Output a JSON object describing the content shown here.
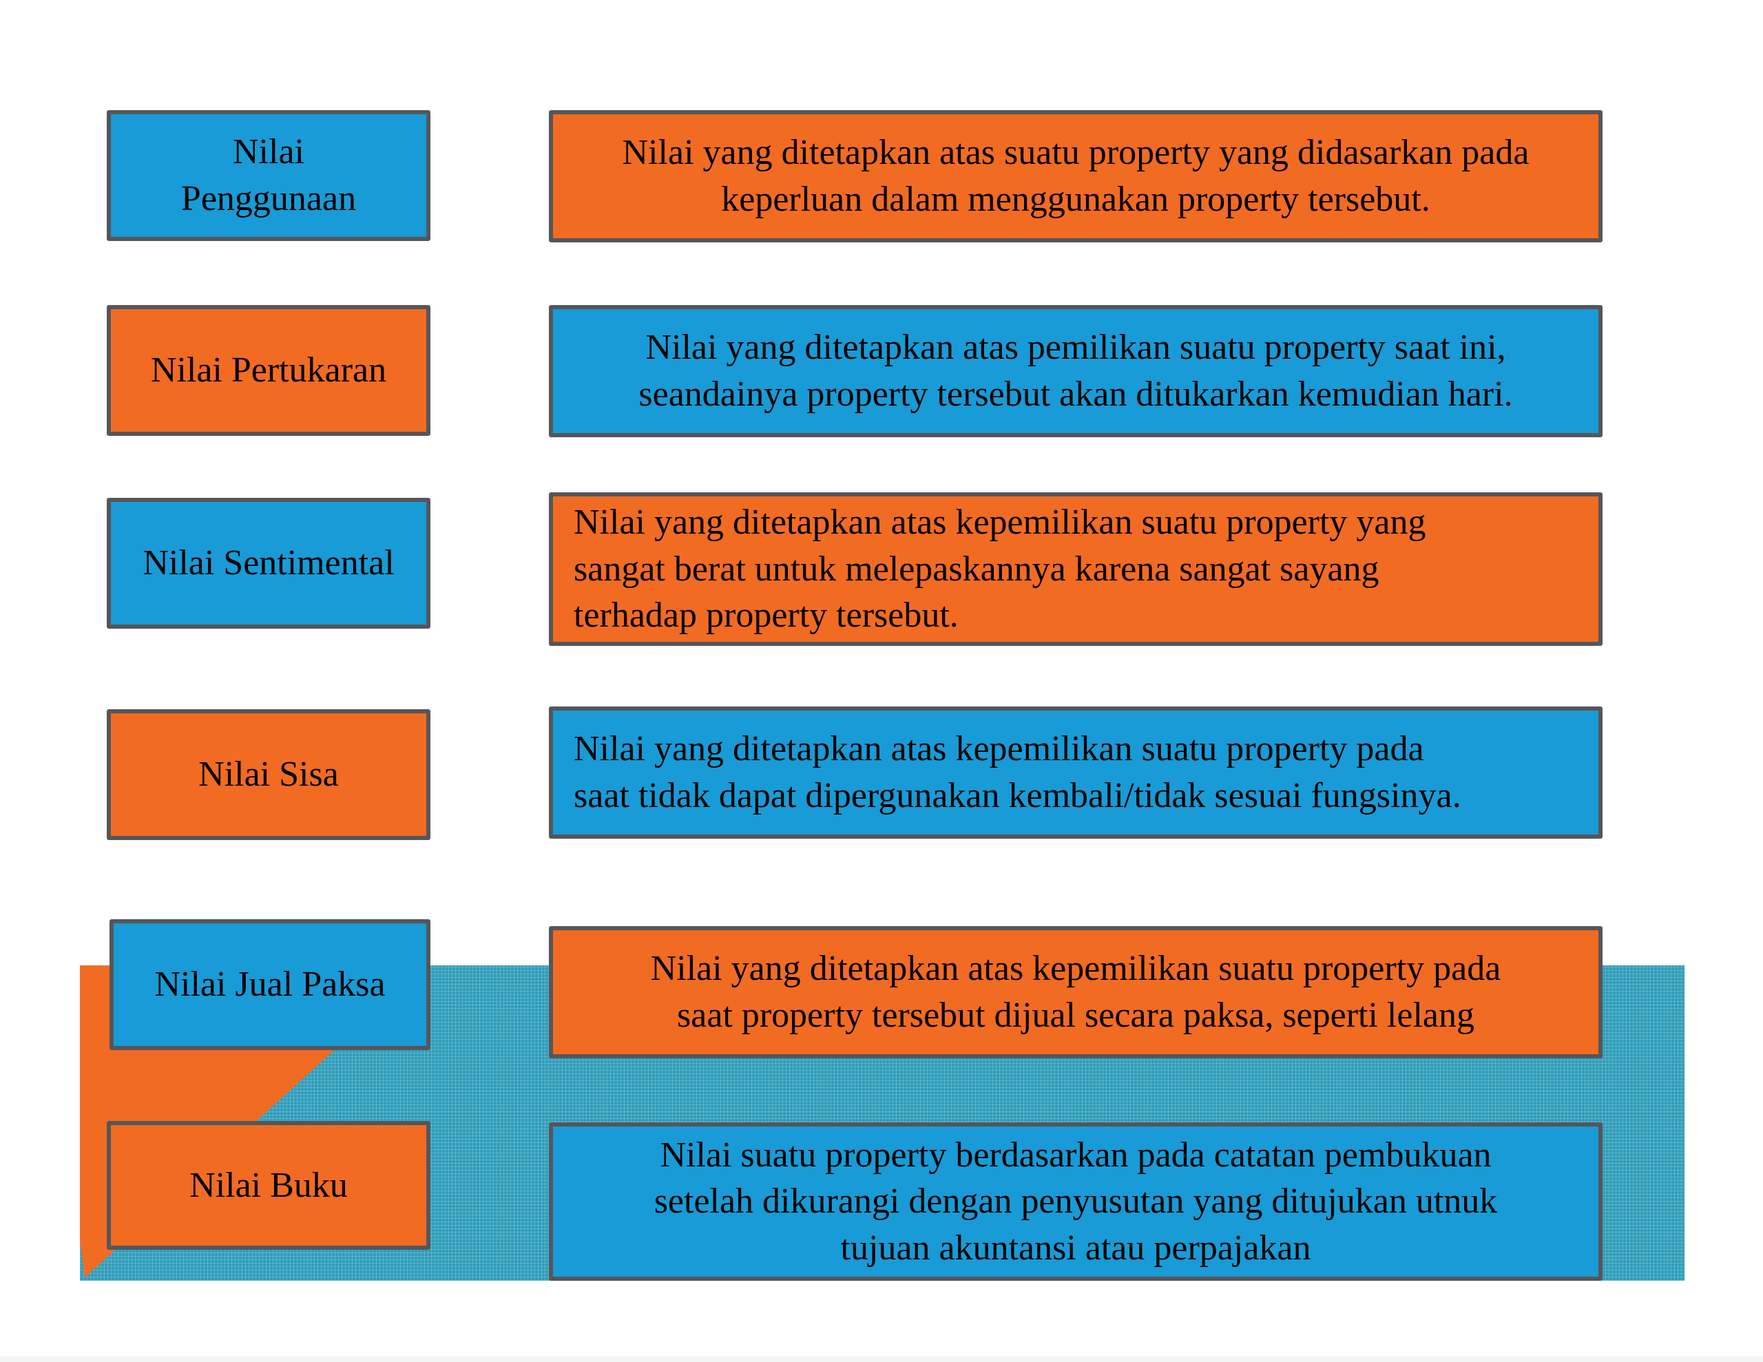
{
  "slide": {
    "type": "presentation-diagram",
    "background": "#ffffff",
    "colors": {
      "box_blue": "#189BD6",
      "box_orange": "#F26B22",
      "box_border_gray": "#55565A",
      "band_teal": "#2F9DB9",
      "text": "#000000"
    }
  },
  "rows": [
    {
      "label": "Nilai\nPenggunaan",
      "label_color": "blue",
      "desc": "Nilai yang ditetapkan atas suatu property yang didasarkan pada\nkeperluan dalam menggunakan property tersebut.",
      "desc_color": "orange"
    },
    {
      "label": "Nilai Pertukaran",
      "label_color": "orange",
      "desc": "Nilai yang ditetapkan atas pemilikan suatu property saat ini,\nseandainya property tersebut akan ditukarkan kemudian hari.",
      "desc_color": "blue"
    },
    {
      "label": "Nilai Sentimental",
      "label_color": "blue",
      "desc": "Nilai yang ditetapkan atas kepemilikan suatu property yang\nsangat berat untuk melepaskannya karena sangat sayang\nterhadap property tersebut.",
      "desc_color": "orange"
    },
    {
      "label": "Nilai Sisa",
      "label_color": "orange",
      "desc": "Nilai yang ditetapkan atas kepemilikan suatu property pada\nsaat tidak dapat dipergunakan kembali/tidak sesuai fungsinya.",
      "desc_color": "blue"
    },
    {
      "label": "Nilai Jual Paksa",
      "label_color": "blue",
      "desc": "Nilai yang ditetapkan atas kepemilikan suatu property pada\nsaat property tersebut dijual secara paksa, seperti lelang",
      "desc_color": "orange"
    },
    {
      "label": "Nilai Buku",
      "label_color": "orange",
      "desc": "Nilai suatu property berdasarkan pada catatan pembukuan\nsetelah dikurangi dengan penyusutan yang ditujukan utnuk\ntujuan akuntansi atau perpajakan",
      "desc_color": "blue"
    }
  ]
}
